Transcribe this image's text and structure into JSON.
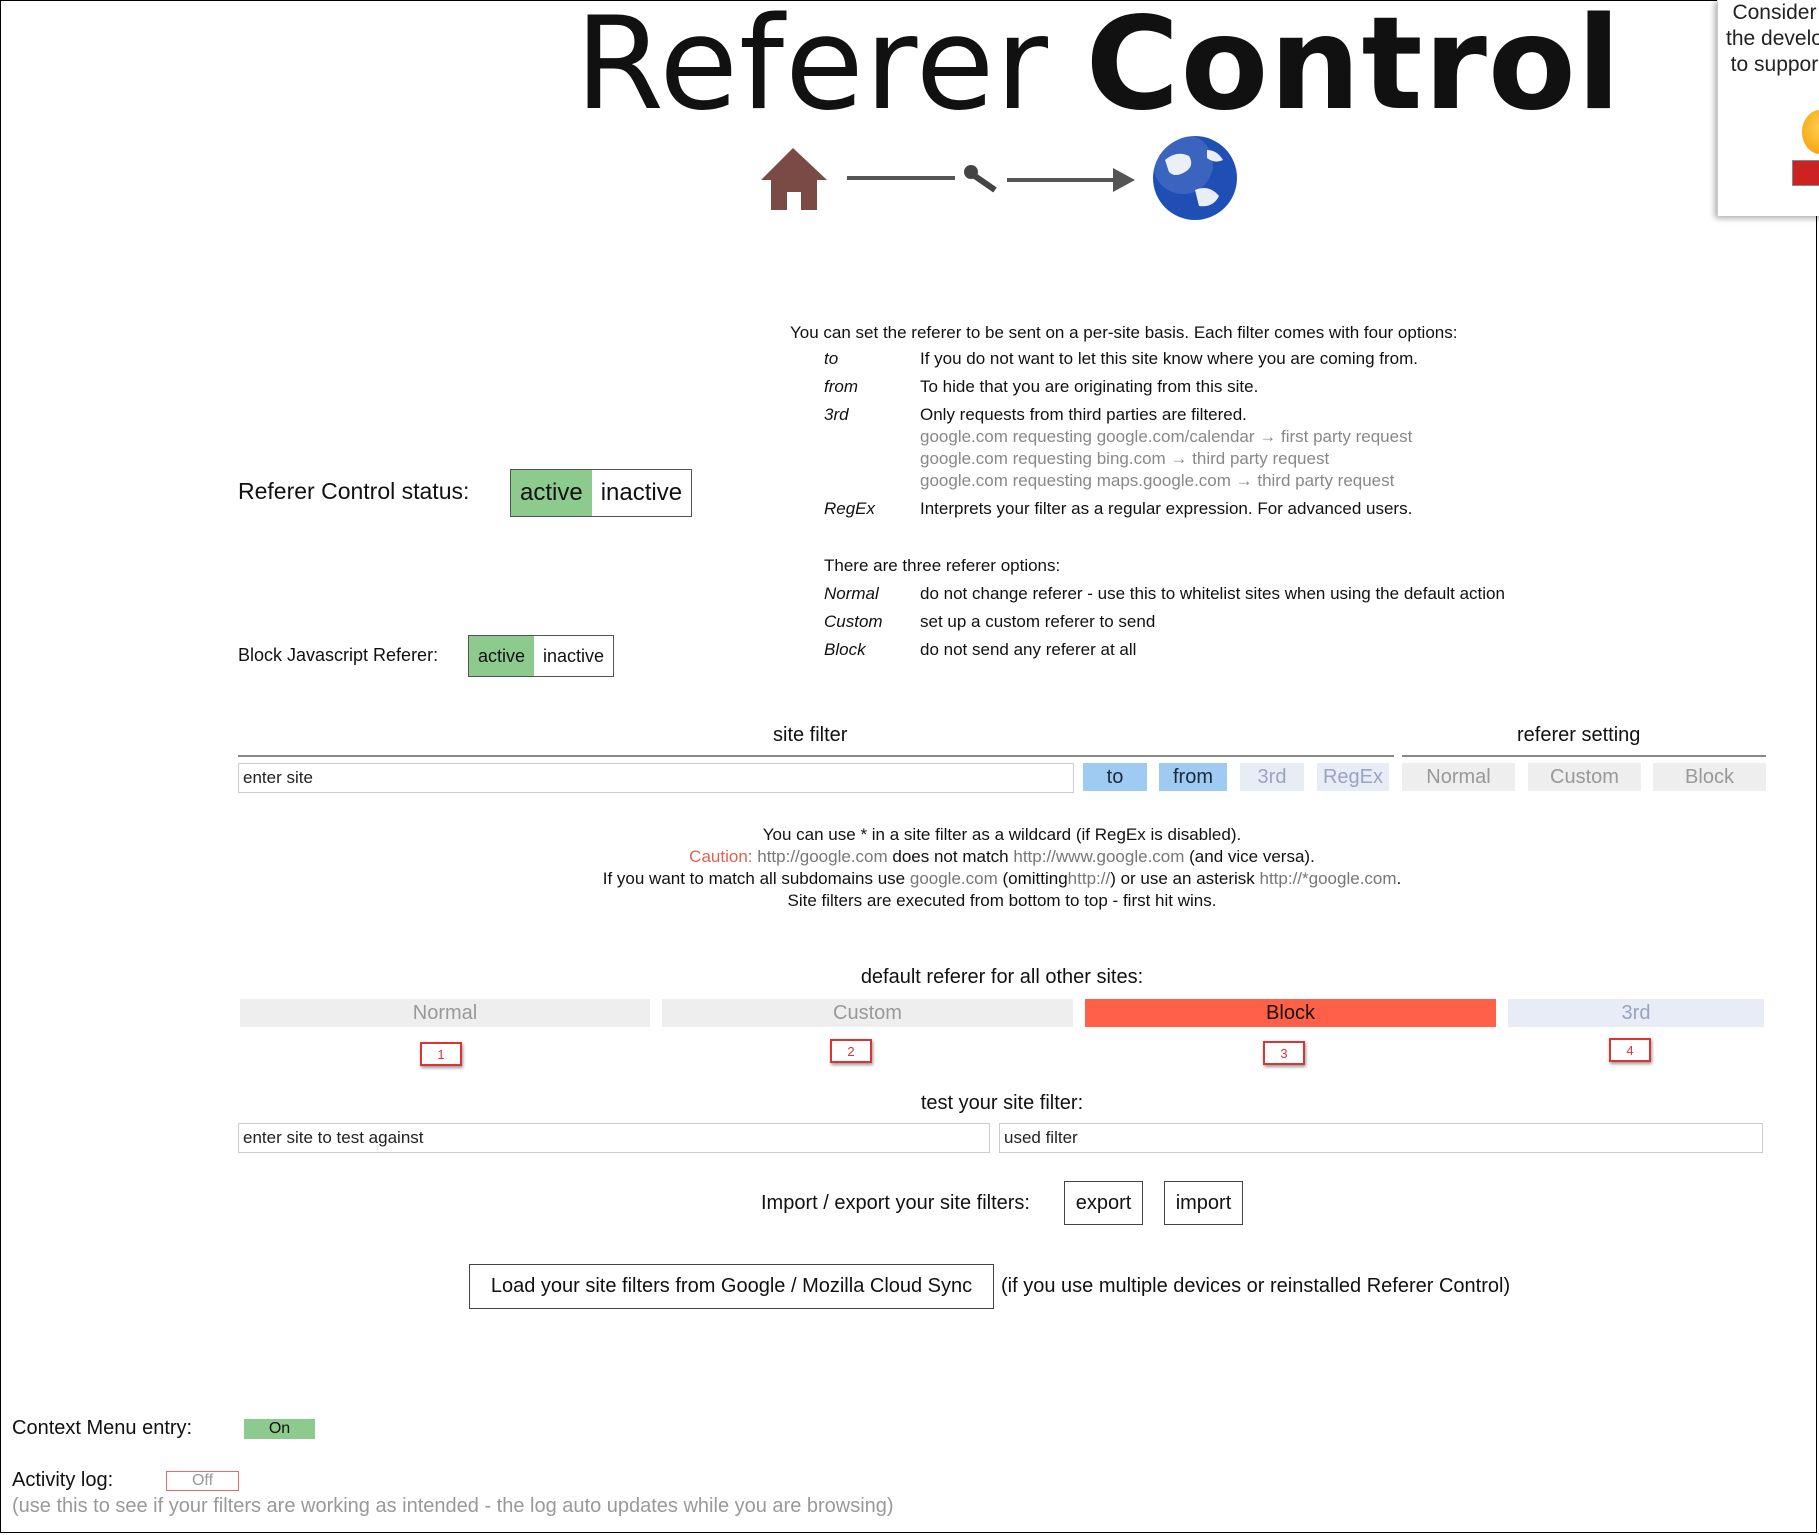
{
  "header": {
    "title_part1": "Referer",
    "title_part2": "Control",
    "donate_text": "Consider\nthe develo\nto suppor"
  },
  "status": {
    "label": "Referer Control status:",
    "active": "active",
    "inactive": "inactive"
  },
  "block_js": {
    "label": "Block Javascript Referer:",
    "active": "active",
    "inactive": "inactive"
  },
  "help": {
    "intro": "You can set the referer to be sent on a per-site basis. Each filter comes with four options:",
    "options": [
      {
        "key": "to",
        "desc": "If you do not want to let this site know where you are coming from."
      },
      {
        "key": "from",
        "desc": "To hide that you are originating from this site."
      },
      {
        "key": "3rd",
        "desc": "Only requests from third parties are filtered."
      },
      {
        "key": "RegEx",
        "desc": "Interprets your filter as a regular expression. For advanced users."
      }
    ],
    "third_examples": [
      "google.com requesting google.com/calendar → first party request",
      "google.com requesting bing.com → third party request",
      "google.com requesting maps.google.com → third party request"
    ],
    "referer_intro": "There are three referer options:",
    "referer_options": [
      {
        "key": "Normal",
        "desc": "do not change referer - use this to whitelist sites when using the default action"
      },
      {
        "key": "Custom",
        "desc": "set up a custom referer to send"
      },
      {
        "key": "Block",
        "desc": "do not send any referer at all"
      }
    ]
  },
  "filter": {
    "site_filter_header": "site filter",
    "referer_setting_header": "referer setting",
    "site_placeholder": "enter site",
    "buttons": {
      "to": "to",
      "from": "from",
      "third": "3rd",
      "regex": "RegEx",
      "normal": "Normal",
      "custom": "Custom",
      "block": "Block"
    }
  },
  "notes": {
    "line1": "You can use * in a site filter as a wildcard (if RegEx is disabled).",
    "caution": "Caution:",
    "line2_link1": "http://google.com",
    "line2_mid": "does not match",
    "line2_link2": "http://www.google.com",
    "line2_end": "(and vice versa).",
    "line3_start": "If you want to match all subdomains use",
    "line3_link1": "google.com",
    "line3_mid1": "(omitting",
    "line3_link2": "http://",
    "line3_mid2": ") or use an asterisk",
    "line3_link3": "http://*google.com",
    "line3_end": ".",
    "line4": "Site filters are executed from bottom to top - first hit wins."
  },
  "default_referer": {
    "label": "default referer for all other sites:",
    "options": {
      "normal": "Normal",
      "custom": "Custom",
      "block": "Block",
      "third": "3rd"
    },
    "markers": [
      "1",
      "2",
      "3",
      "4"
    ]
  },
  "test": {
    "label": "test your site filter:",
    "site_placeholder": "enter site to test against",
    "used_filter": "used filter"
  },
  "import_export": {
    "label": "Import / export your site filters:",
    "export": "export",
    "import": "import"
  },
  "sync": {
    "button": "Load your site filters from Google / Mozilla Cloud Sync",
    "note": "(if you use multiple devices or reinstalled Referer Control)"
  },
  "context_menu": {
    "label": "Context Menu entry:",
    "value": "On"
  },
  "activity_log": {
    "label": "Activity log:",
    "value": "Off",
    "note": "(use this to see if your filters are working as intended - the log auto updates while you are browsing)"
  },
  "colors": {
    "active_green": "#8dca8d",
    "selected_blue": "#9fcbf2",
    "block_red": "#ff6047",
    "caution": "#e0614f"
  }
}
